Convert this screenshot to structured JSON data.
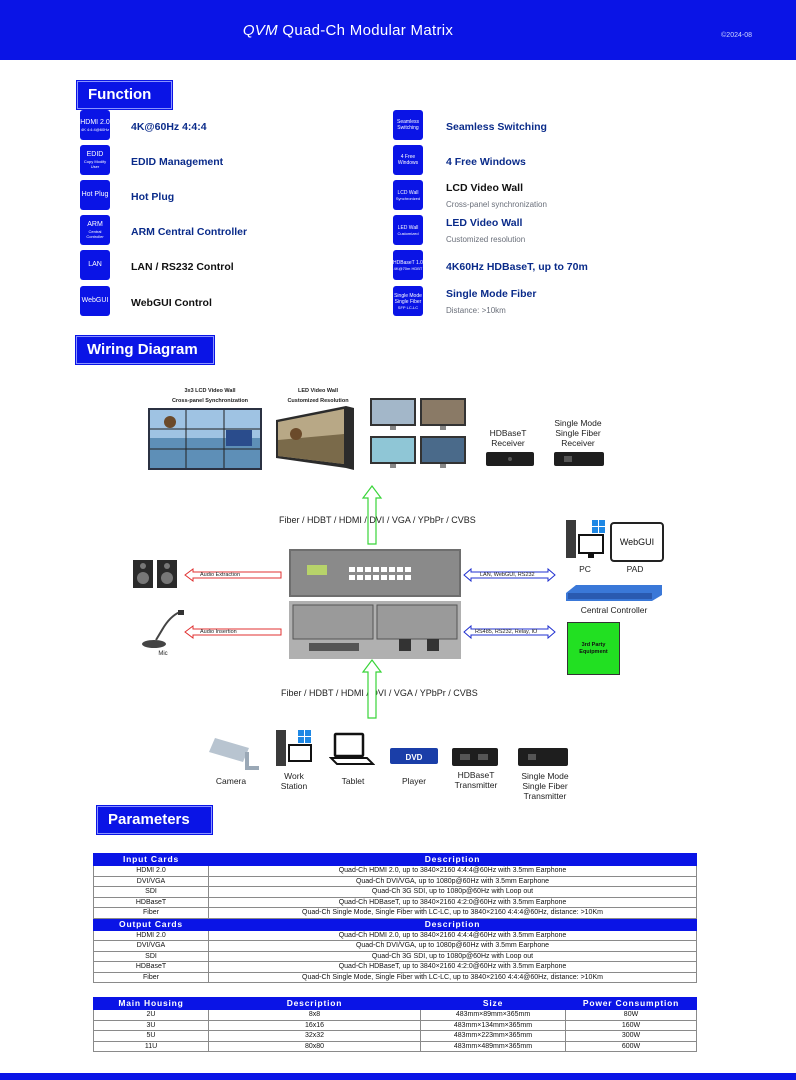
{
  "header": {
    "title_italic": "QVM",
    "title_rest": "Quad-Ch Modular Matrix",
    "date": "©2024-08"
  },
  "sections": {
    "function": "Function",
    "wiring": "Wiring Diagram",
    "parameters": "Parameters"
  },
  "features_left": [
    {
      "icon": "HDMI 2.0",
      "icon_sub": "4K 4:4:4@60Hz",
      "label": "4K@60Hz 4:4:4"
    },
    {
      "icon": "EDID",
      "icon_sub": "Copy Modify User",
      "label": "EDID Management"
    },
    {
      "icon": "Hot Plug",
      "icon_sub": "",
      "label": "Hot Plug"
    },
    {
      "icon": "ARM",
      "icon_sub": "Central Controller",
      "label": "ARM Central Controller"
    },
    {
      "icon": "LAN",
      "icon_sub": "",
      "label": "LAN / RS232 Control"
    },
    {
      "icon": "WebGUI",
      "icon_sub": "",
      "label": "WebGUI Control"
    }
  ],
  "features_right": [
    {
      "icon": "Seamless Switching",
      "icon_sub": "",
      "label": "Seamless Switching",
      "sub": ""
    },
    {
      "icon": "4 Free Windows",
      "icon_sub": "",
      "label": "4 Free Windows",
      "sub": ""
    },
    {
      "icon": "LCD Wall",
      "icon_sub": "Synchronized",
      "label": "LCD Video Wall",
      "sub": "Cross-panel synchronization"
    },
    {
      "icon": "LED Wall",
      "icon_sub": "Customized",
      "label": "LED Video Wall",
      "sub": "Customized resolution"
    },
    {
      "icon": "HDBaseT 1.0",
      "icon_sub": "4K@70m HDBT",
      "label": "4K60Hz HDBaseT, up to 70m",
      "sub": ""
    },
    {
      "icon": "Single Mode Single Fiber",
      "icon_sub": "SFP LC-LC",
      "label": "Single Mode Fiber",
      "sub": "Distance: >10km"
    }
  ],
  "wiring": {
    "lcd_wall_title": "3x3 LCD Video Wall",
    "lcd_wall_sub": "Cross-panel Synchronization",
    "led_wall_title": "LED Video Wall",
    "led_wall_sub": "Customized Resolution",
    "hdbt_receiver": "HDBaseT Receiver",
    "fiber_receiver": "Single Mode Single Fiber Receiver",
    "signals_top": "Fiber / HDBT / HDMI / DVI / VGA / YPbPr / CVBS",
    "signals_bottom": "Fiber / HDBT / HDMI / DVI / VGA / YPbPr / CVBS",
    "audio_extraction": "Audio Extraction",
    "audio_insertion": "Audio Insertion",
    "mic": "Mic",
    "lan_label": "LAN, WebGUI, RS232",
    "rs485_label": "RS485, RS232, Relay, IO",
    "webgui": "WebGUI",
    "pc": "PC",
    "pad": "PAD",
    "central_controller": "Central Controller",
    "third_party": "3rd Party Equipment",
    "dvd": "DVD",
    "sources": [
      "Camera",
      "Work Station",
      "Tablet",
      "Player",
      "HDBaseT Transmitter",
      "Single Mode Single Fiber Transmitter"
    ]
  },
  "input_cards": {
    "header": [
      "Input Cards",
      "Description"
    ],
    "rows": [
      [
        "HDMI 2.0",
        "Quad-Ch HDMI 2.0, up to 3840×2160 4:4:4@60Hz with 3.5mm Earphone"
      ],
      [
        "DVI/VGA",
        "Quad-Ch DVI/VGA, up to 1080p@60Hz with 3.5mm Earphone"
      ],
      [
        "SDI",
        "Quad-Ch 3G SDI, up to 1080p@60Hz with Loop out"
      ],
      [
        "HDBaseT",
        "Quad-Ch HDBaseT, up to 3840×2160 4:2:0@60Hz with 3.5mm Earphone"
      ],
      [
        "Fiber",
        "Quad-Ch Single Mode, Single Fiber with LC-LC, up to 3840×2160 4:4:4@60Hz, distance: >10Km"
      ]
    ]
  },
  "output_cards": {
    "header": [
      "Output Cards",
      "Description"
    ],
    "rows": [
      [
        "HDMI 2.0",
        "Quad-Ch HDMI 2.0, up to 3840×2160 4:4:4@60Hz with 3.5mm Earphone"
      ],
      [
        "DVI/VGA",
        "Quad-Ch DVI/VGA, up to 1080p@60Hz with 3.5mm Earphone"
      ],
      [
        "SDI",
        "Quad-Ch 3G SDI, up to 1080p@60Hz with Loop out"
      ],
      [
        "HDBaseT",
        "Quad-Ch HDBaseT, up to 3840×2160 4:2:0@60Hz with 3.5mm Earphone"
      ],
      [
        "Fiber",
        "Quad-Ch Single Mode, Single Fiber with LC-LC, up to 3840×2160 4:4:4@60Hz, distance: >10Km"
      ]
    ]
  },
  "housing": {
    "header": [
      "Main Housing",
      "Description",
      "Size",
      "Power Consumption"
    ],
    "rows": [
      [
        "2U",
        "8x8",
        "483mm×89mm×365mm",
        "80W"
      ],
      [
        "3U",
        "16x16",
        "483mm×134mm×365mm",
        "160W"
      ],
      [
        "5U",
        "32x32",
        "483mm×223mm×365mm",
        "300W"
      ],
      [
        "11U",
        "80x80",
        "483mm×489mm×365mm",
        "600W"
      ]
    ]
  },
  "colors": {
    "brand_blue": "#0a14e6",
    "green_equipment": "#22e022"
  }
}
